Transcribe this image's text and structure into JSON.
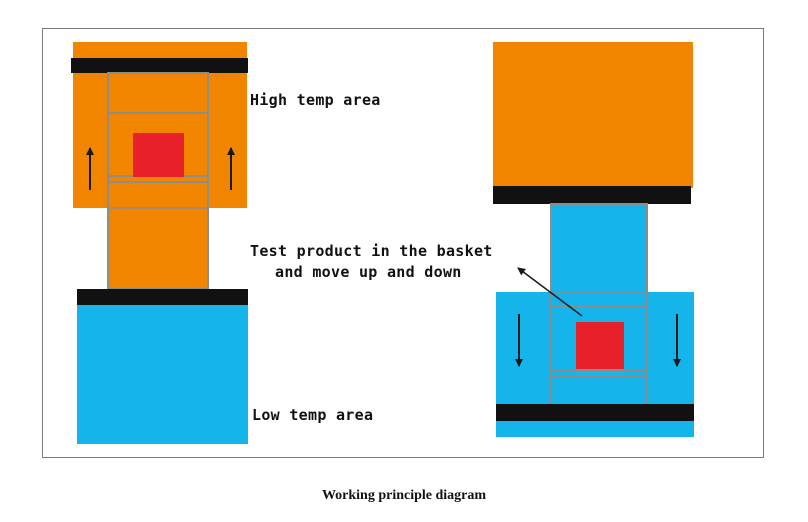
{
  "diagram": {
    "labels": {
      "high_temp": "High temp area",
      "low_temp": "Low temp area",
      "test_product_line1": "Test product in the basket",
      "test_product_line2": "and move up and down"
    },
    "caption": "Working principle diagram",
    "colors": {
      "hot": "#f28500",
      "cold": "#15b4ea",
      "sample": "#e8202a",
      "divider": "#111111",
      "outline": "#8c8c8c",
      "arrow": "#1a1a1a"
    },
    "states": [
      {
        "name": "basket-up",
        "basket_zone": "high temp area",
        "motion": "up"
      },
      {
        "name": "basket-down",
        "basket_zone": "low temp area",
        "motion": "down"
      }
    ]
  }
}
